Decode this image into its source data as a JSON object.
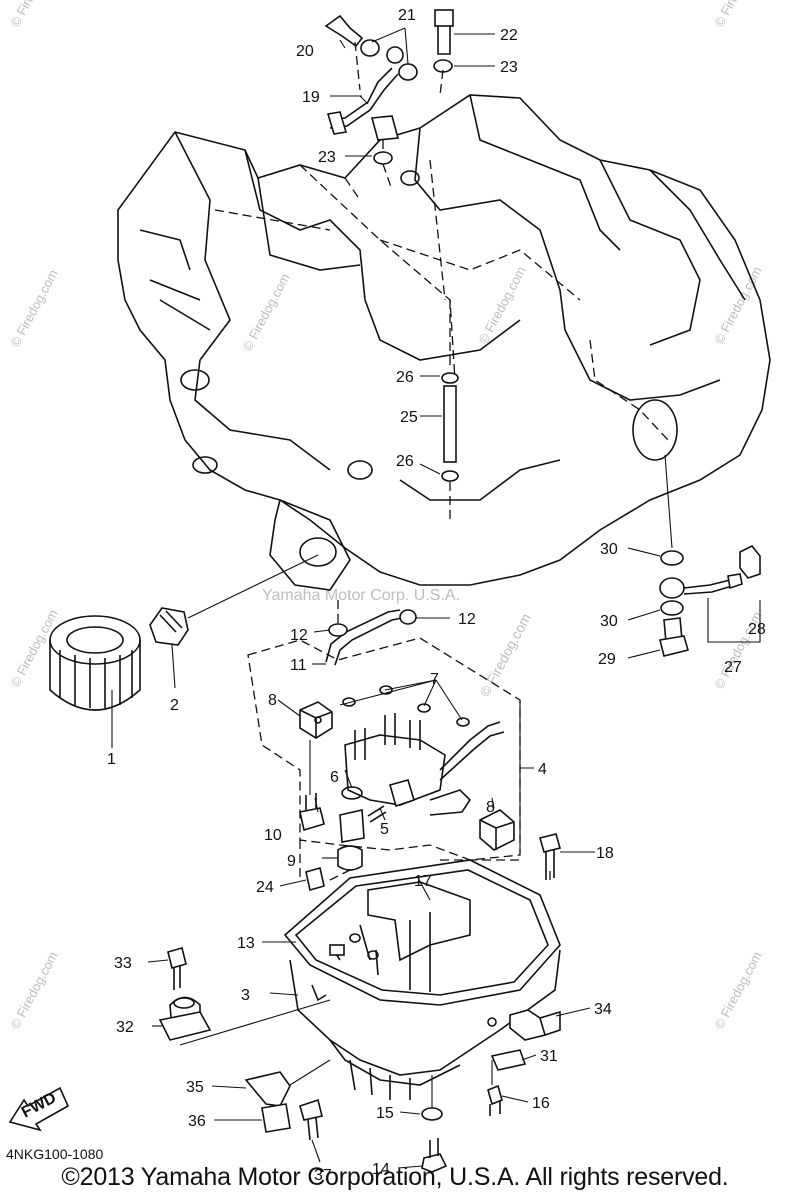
{
  "diagram_code": "4NKG100-1080",
  "copyright": "©2013 Yamaha Motor Corporation, U.S.A. All rights reserved.",
  "watermark_center": "Yamaha Motor Corp. U.S.A.",
  "watermark_site": "© Firedog.com",
  "fwd_label": "FWD",
  "callouts": {
    "c1": "1",
    "c2": "2",
    "c3": "3",
    "c4": "4",
    "c5": "5",
    "c6": "6",
    "c7": "7",
    "c8a": "8",
    "c8b": "8",
    "c9": "9",
    "c10": "10",
    "c11": "11",
    "c12a": "12",
    "c12b": "12",
    "c13": "13",
    "c14": "14",
    "c15": "15",
    "c16": "16",
    "c17": "17",
    "c18": "18",
    "c19": "19",
    "c20": "20",
    "c21": "21",
    "c22": "22",
    "c23a": "23",
    "c23b": "23",
    "c24": "24",
    "c25": "25",
    "c26a": "26",
    "c26b": "26",
    "c27": "27",
    "c28": "28",
    "c29": "29",
    "c30a": "30",
    "c30b": "30",
    "c31": "31",
    "c32": "32",
    "c33": "33",
    "c34": "34",
    "c35": "35",
    "c36": "36",
    "c37": "37"
  },
  "icons": [
    "fwd-arrow-icon"
  ]
}
